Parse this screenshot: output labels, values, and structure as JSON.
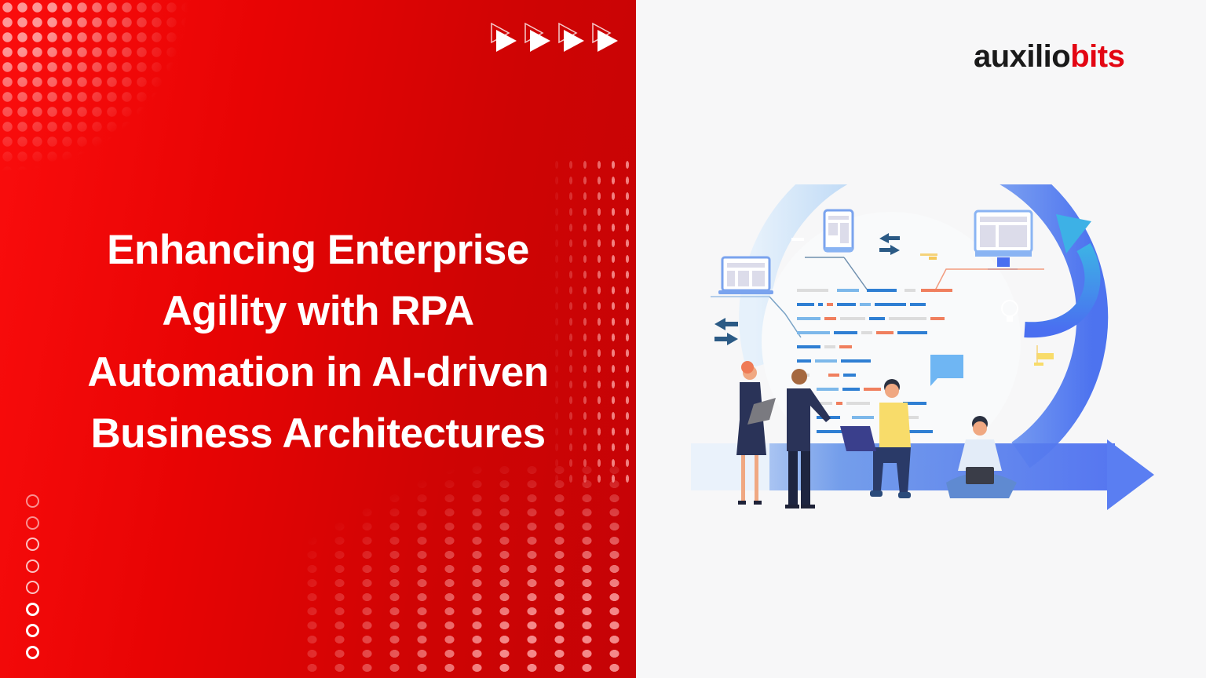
{
  "banner": {
    "title_lines": [
      "Enhancing Enterprise",
      "Agility with RPA",
      "Automation in AI-driven",
      "Business Architectures"
    ],
    "decorations": {
      "play_icons": [
        "play-arrow-icon",
        "play-arrow-icon",
        "play-arrow-icon",
        "play-arrow-icon"
      ],
      "ring_count": 8
    }
  },
  "brand": {
    "logo_part1": "auxilio",
    "logo_part2": "bits",
    "colors": {
      "primary_red": "#e30613",
      "panel_red_start": "#fb0d0d",
      "panel_red_end": "#c50306",
      "logo_dark": "#1a1a1a",
      "background": "#f7f7f8"
    }
  },
  "illustration": {
    "description": "Team collaborating around an agile cycle arrow with code lines, devices and a lightbulb",
    "icons": [
      "laptop-icon",
      "tablet-icon",
      "monitor-icon",
      "lightbulb-icon",
      "swap-arrows-icon",
      "cycle-arrow-icon",
      "forward-arrow-icon",
      "chat-bubble-icon"
    ],
    "colors": {
      "arc_light": "#cfe3f7",
      "arc_mid": "#6e9cf2",
      "arc_dark": "#4a6ff0",
      "code_blue": "#2f7fd3",
      "code_lightblue": "#7db8ea",
      "code_orange": "#f07f5e",
      "code_gray": "#dcdcdc",
      "navy": "#2a3358",
      "yellow": "#f8dc6a"
    }
  }
}
